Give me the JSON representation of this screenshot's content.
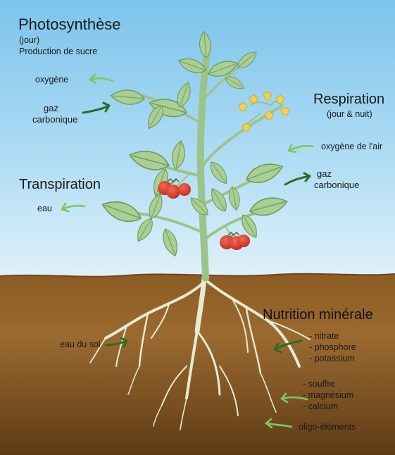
{
  "labels": {
    "photosynthese": {
      "title": "Photosynthèse",
      "sub1": "(jour)",
      "sub2": "Production de sucre",
      "oxygen": "oxygène",
      "co2_line1": "gaz",
      "co2_line2": "carbonique"
    },
    "respiration": {
      "title": "Respiration",
      "sub": "(jour & nuit)",
      "oxygen_air": "oxygène de l'air",
      "co2_line1": "gaz",
      "co2_line2": "carbonique"
    },
    "transpiration": {
      "title": "Transpiration",
      "water": "eau"
    },
    "nutrition": {
      "title": "Nutrition minérale",
      "soil_water": "eau du sol",
      "group1": [
        "- nitrate",
        "- phosphore",
        "- potassium"
      ],
      "group2": [
        "- souffre",
        "- magnésium",
        "- calcium"
      ],
      "trace": "oligo-éléments"
    }
  },
  "colors": {
    "sky_top": "#7fc7ee",
    "sky_bottom": "#d9eef8",
    "soil_top": "#8a5a22",
    "soil_bottom": "#5c3a17",
    "stem": "#9cc488",
    "leaf": "#a9cf92",
    "leaf_vein": "#6f9a5c",
    "root": "#dfe8cc",
    "tomato": "#d83a2c",
    "flower": "#f3d24a",
    "arrow_light": "#7ec85f",
    "arrow_dark": "#2e6b2a"
  }
}
